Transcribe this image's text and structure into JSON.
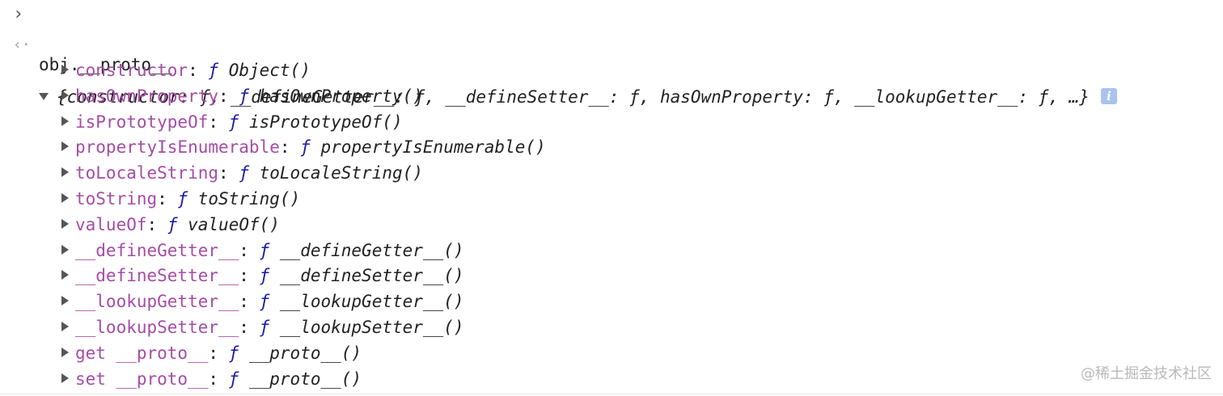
{
  "console": {
    "prompt_symbol": "›",
    "input": "obj.__proto__",
    "result_symbol": "‹·",
    "summary": "{constructor: ƒ, __defineGetter__: ƒ, __defineSetter__: ƒ, hasOwnProperty: ƒ, __lookupGetter__: ƒ, …}",
    "info_label": "i",
    "function_symbol": "ƒ",
    "properties": [
      {
        "key": "constructor",
        "value": "Object()"
      },
      {
        "key": "hasOwnProperty",
        "value": "hasOwnProperty()"
      },
      {
        "key": "isPrototypeOf",
        "value": "isPrototypeOf()"
      },
      {
        "key": "propertyIsEnumerable",
        "value": "propertyIsEnumerable()"
      },
      {
        "key": "toLocaleString",
        "value": "toLocaleString()"
      },
      {
        "key": "toString",
        "value": "toString()"
      },
      {
        "key": "valueOf",
        "value": "valueOf()"
      },
      {
        "key": "__defineGetter__",
        "value": "__defineGetter__()"
      },
      {
        "key": "__defineSetter__",
        "value": "__defineSetter__()"
      },
      {
        "key": "__lookupGetter__",
        "value": "__lookupGetter__()"
      },
      {
        "key": "__lookupSetter__",
        "value": "__lookupSetter__()"
      },
      {
        "key": "get __proto__",
        "value": "__proto__()"
      },
      {
        "key": "set __proto__",
        "value": "__proto__()"
      }
    ]
  },
  "watermark": "@稀土掘金技术社区",
  "colors": {
    "key": "#a64ca6",
    "function_symbol": "#1a1aa6",
    "info_badge": "#a9c3ee"
  }
}
